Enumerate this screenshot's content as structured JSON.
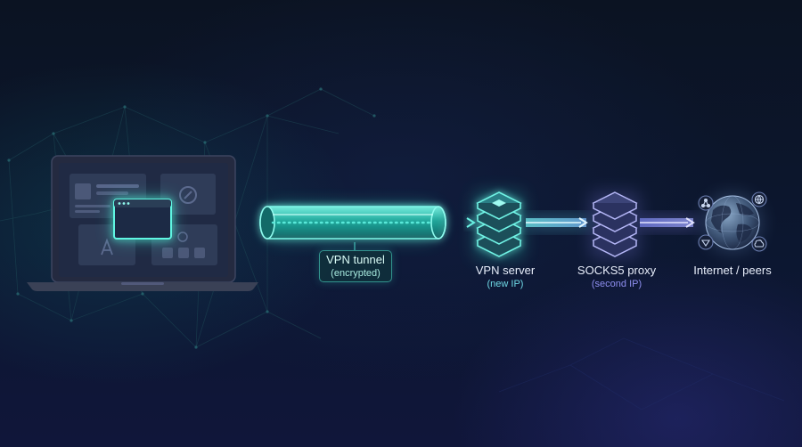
{
  "tunnel": {
    "title": "VPN tunnel",
    "subtitle": "(encrypted)"
  },
  "vpn_server": {
    "title": "VPN server",
    "subtitle": "(new IP)"
  },
  "socks5_proxy": {
    "title": "SOCKS5 proxy",
    "subtitle": "(second IP)"
  },
  "internet": {
    "title": "Internet / peers"
  },
  "icons": {
    "laptop": "laptop-icon",
    "window": "app-window-icon",
    "vpn_server": "server-stack-icon",
    "proxy": "server-stack-icon",
    "globe": "globe-icon",
    "peers": [
      "network-nodes-icon",
      "globe-small-icon",
      "cloud-icon",
      "share-icon"
    ]
  },
  "colors": {
    "teal": "#3ff0d8",
    "cyan": "#5fd8f0",
    "violet": "#8a86f2",
    "background": "#0b1220"
  }
}
